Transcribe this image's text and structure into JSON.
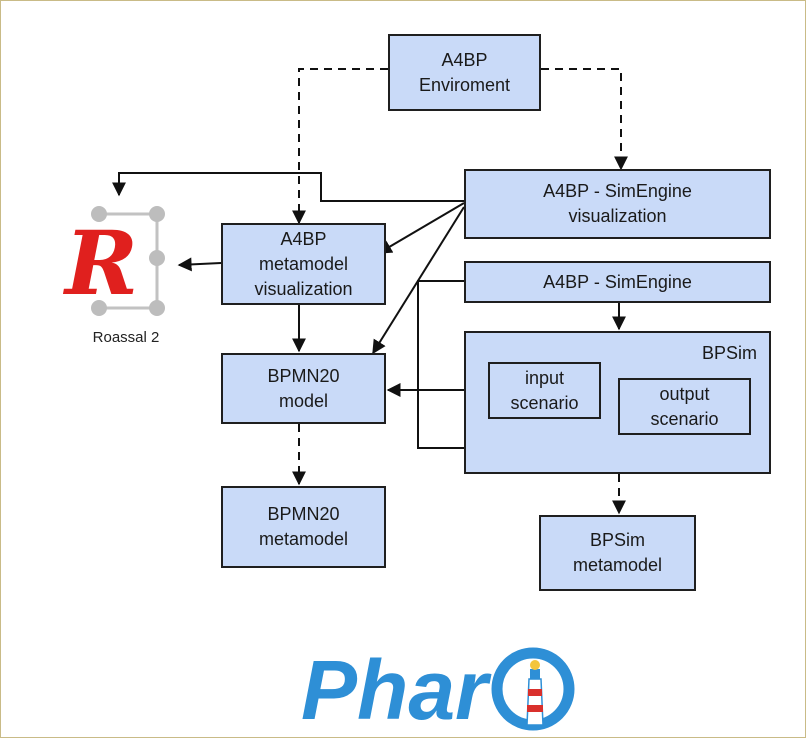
{
  "nodes": {
    "env": "A4BP\nEnviroment",
    "simengine_vis": "A4BP - SimEngine\nvisualization",
    "metamodel_vis": "A4BP\nmetamodel\nvisualization",
    "simengine": "A4BP - SimEngine",
    "bpsim_label": "BPSim",
    "input_scenario": "input\nscenario",
    "output_scenario": "output\nscenario",
    "bpmn_model": "BPMN20\nmodel",
    "bpmn_metamodel": "BPMN20\nmetamodel",
    "bpsim_metamodel": "BPSim\nmetamodel"
  },
  "logos": {
    "roassal_caption": "Roassal 2",
    "roassal_letter": "R",
    "pharo_wordmark": "Phar"
  },
  "colors": {
    "box_fill": "#c9daf8",
    "box_stroke": "#1f1f1f",
    "roassal_red": "#e0201e",
    "pharo_blue": "#2e8fd6"
  }
}
